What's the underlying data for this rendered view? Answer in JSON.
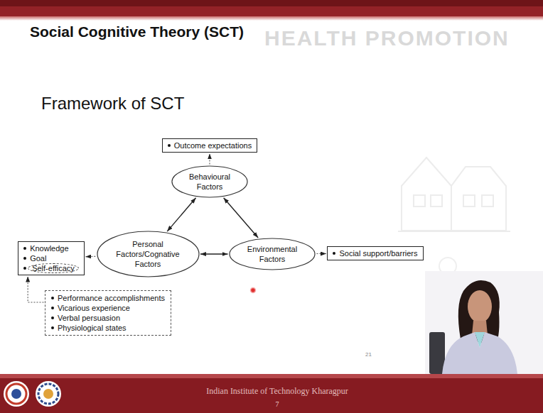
{
  "diagram": {
    "title": "Social Cognitive Theory (SCT)",
    "nodes": [
      {
        "text": [
          "Outcome expectations"
        ]
      },
      {
        "text": [
          "Behavioural Factors"
        ]
      },
      {
        "text": [
          "Knowledge",
          "Goal",
          "Self-efficacy"
        ]
      },
      {
        "text": [
          "Personal Factors/Cognative Factors"
        ]
      },
      {
        "text": [
          "Environmental Factors"
        ]
      },
      {
        "text": [
          "Social support/barriers"
        ]
      },
      {
        "text": [
          "Performance accomplishments",
          "Vicarious experience",
          "Verbal persuasion",
          "Physiological states"
        ]
      }
    ],
    "edges": [
      {
        "from": 1,
        "to": 0,
        "arrow": "to"
      },
      {
        "from": 1,
        "to": 3,
        "arrow": "both"
      },
      {
        "from": 1,
        "to": 4,
        "arrow": "both"
      },
      {
        "from": 3,
        "to": 4,
        "arrow": "both"
      },
      {
        "from": 3,
        "to": 2,
        "arrow": "to"
      },
      {
        "from": 4,
        "to": 5,
        "arrow": "to"
      },
      {
        "from": 6,
        "to": 2,
        "arrow": "to"
      }
    ],
    "labels": [
      "HEALTH PROMOTION",
      "Framework of SCT",
      "21",
      "Indian Institute of Technology Kharagpur",
      "7"
    ]
  }
}
